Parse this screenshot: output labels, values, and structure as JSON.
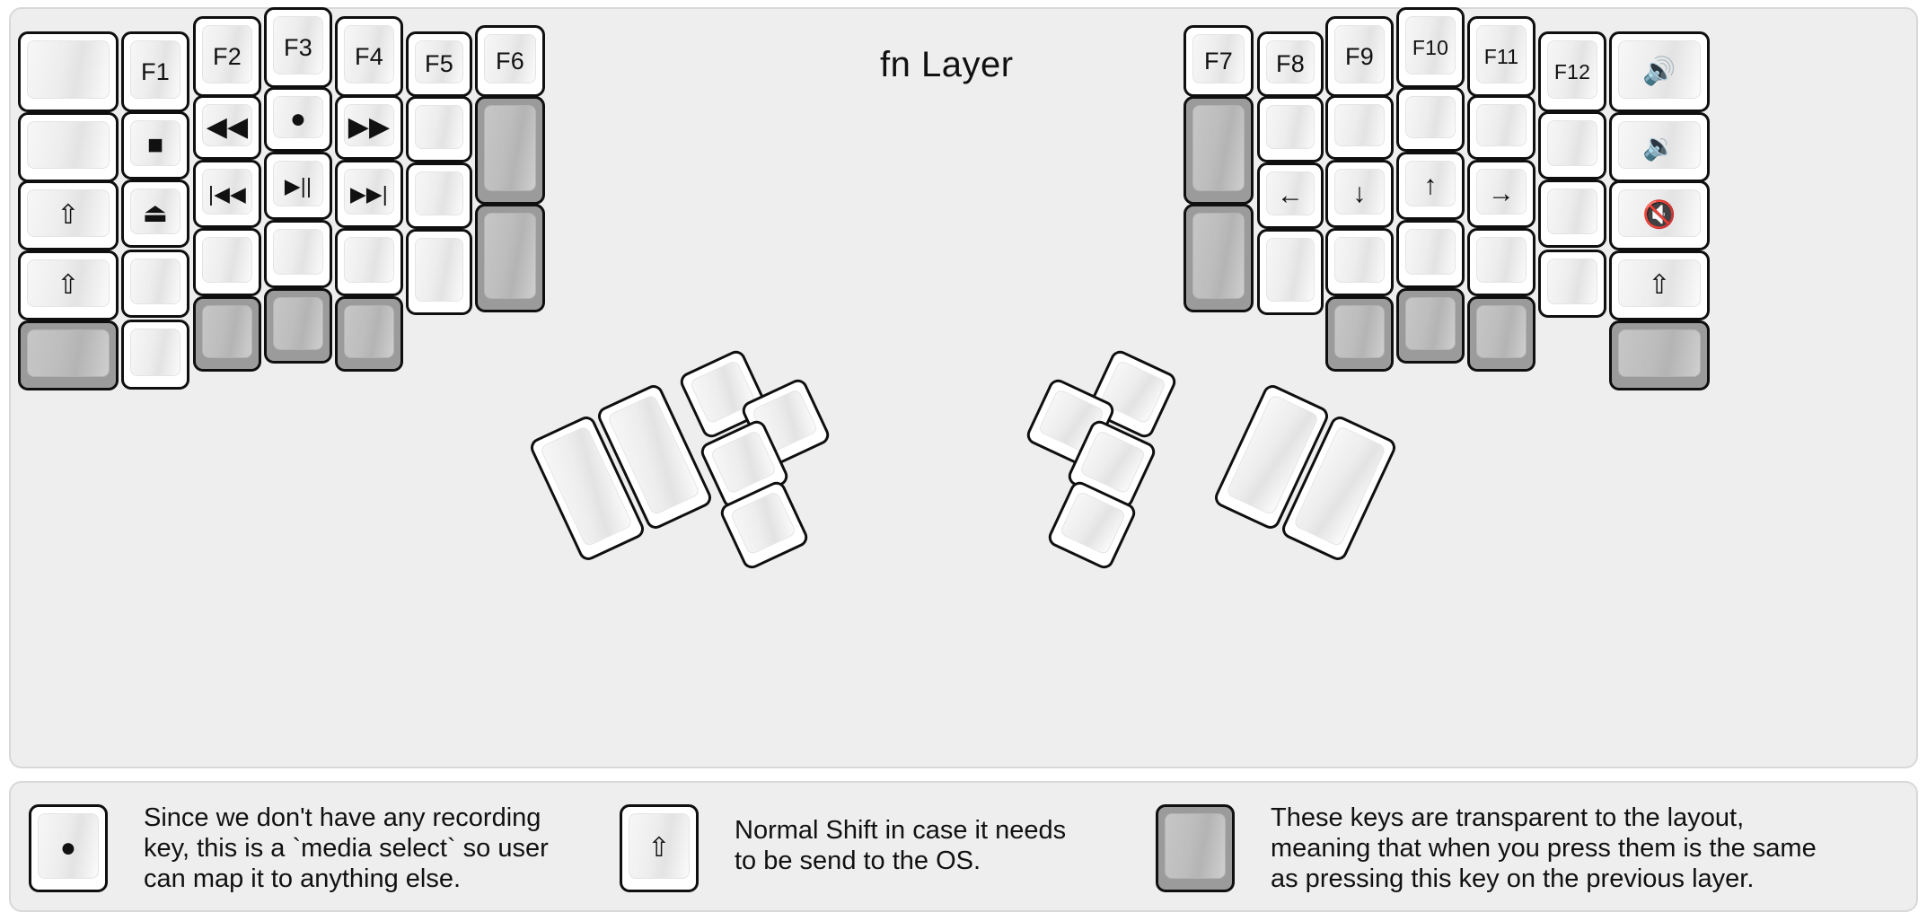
{
  "title": "fn Layer",
  "colors": {
    "panel_bg": "#eeeeee",
    "key_bg": "#ffffff",
    "key_border": "#0f0f0f",
    "transparent_key": "#9b9b9b",
    "text": "#111111"
  },
  "glyphs": {
    "record": "●",
    "stop": "■",
    "eject": "⏏",
    "rewind": "◀◀",
    "fast_forward": "▶▶",
    "prev_track": "|◀◀",
    "play_pause": "▶||",
    "next_track": "▶▶|",
    "caps_lock": "⇧",
    "shift": "⇧",
    "arrow_left": "←",
    "arrow_down": "↓",
    "arrow_up": "↑",
    "arrow_right": "→",
    "volume_up": "🔊",
    "volume_down": "🔉",
    "mute": "🔇"
  },
  "left_half": {
    "columns": [
      {
        "name": "col-outer-left",
        "keys": [
          {
            "label": "",
            "icon": "blank",
            "transparent": false
          },
          {
            "label": "",
            "icon": "blank",
            "transparent": false
          },
          {
            "label": "⇧",
            "icon": "caps-lock-icon",
            "transparent": false
          },
          {
            "label": "⇧",
            "icon": "shift-icon",
            "transparent": false
          },
          {
            "label": "",
            "icon": "blank",
            "transparent": true
          }
        ]
      },
      {
        "name": "col-pinky",
        "keys": [
          {
            "label": "F1",
            "icon": "",
            "transparent": false
          },
          {
            "label": "■",
            "icon": "stop-icon",
            "transparent": false
          },
          {
            "label": "⏏",
            "icon": "eject-icon",
            "transparent": false
          },
          {
            "label": "",
            "icon": "blank",
            "transparent": false
          },
          {
            "label": "",
            "icon": "blank",
            "transparent": false
          }
        ]
      },
      {
        "name": "col-ring",
        "keys": [
          {
            "label": "F2",
            "icon": "",
            "transparent": false
          },
          {
            "label": "◀◀",
            "icon": "rewind-icon",
            "transparent": false
          },
          {
            "label": "|◀◀",
            "icon": "previous-track-icon",
            "transparent": false
          },
          {
            "label": "",
            "icon": "blank",
            "transparent": false
          },
          {
            "label": "",
            "icon": "blank",
            "transparent": true
          }
        ]
      },
      {
        "name": "col-middle",
        "keys": [
          {
            "label": "F3",
            "icon": "",
            "transparent": false
          },
          {
            "label": "●",
            "icon": "record-icon",
            "transparent": false
          },
          {
            "label": "▶||",
            "icon": "play-pause-icon",
            "transparent": false
          },
          {
            "label": "",
            "icon": "blank",
            "transparent": false
          },
          {
            "label": "",
            "icon": "blank",
            "transparent": true
          }
        ]
      },
      {
        "name": "col-index",
        "keys": [
          {
            "label": "F4",
            "icon": "",
            "transparent": false
          },
          {
            "label": "▶▶",
            "icon": "fast-forward-icon",
            "transparent": false
          },
          {
            "label": "▶▶|",
            "icon": "next-track-icon",
            "transparent": false
          },
          {
            "label": "",
            "icon": "blank",
            "transparent": false
          },
          {
            "label": "",
            "icon": "blank",
            "transparent": true
          }
        ]
      },
      {
        "name": "col-inner",
        "keys": [
          {
            "label": "F5",
            "icon": "",
            "transparent": false
          },
          {
            "label": "",
            "icon": "blank",
            "transparent": false
          },
          {
            "label": "",
            "icon": "blank",
            "transparent": false
          },
          {
            "label": "",
            "icon": "blank",
            "transparent": false
          }
        ]
      },
      {
        "name": "col-innermost",
        "keys": [
          {
            "label": "F6",
            "icon": "",
            "transparent": false
          },
          {
            "label": "",
            "icon": "blank",
            "transparent": true
          },
          {
            "label": "",
            "icon": "blank",
            "transparent": true
          }
        ]
      }
    ],
    "thumb_cluster": [
      {
        "name": "thumb-l-1",
        "label": "",
        "transparent": false
      },
      {
        "name": "thumb-l-2",
        "label": "",
        "transparent": false
      },
      {
        "name": "thumb-l-3",
        "label": "",
        "transparent": false
      },
      {
        "name": "thumb-l-4",
        "label": "",
        "transparent": false
      },
      {
        "name": "thumb-l-5",
        "label": "",
        "transparent": false
      },
      {
        "name": "thumb-l-6",
        "label": "",
        "transparent": false
      }
    ]
  },
  "right_half": {
    "columns": [
      {
        "name": "col-innermost",
        "keys": [
          {
            "label": "F7",
            "icon": "",
            "transparent": false
          },
          {
            "label": "",
            "icon": "blank",
            "transparent": true
          },
          {
            "label": "",
            "icon": "blank",
            "transparent": true
          }
        ]
      },
      {
        "name": "col-inner",
        "keys": [
          {
            "label": "F8",
            "icon": "",
            "transparent": false
          },
          {
            "label": "",
            "icon": "blank",
            "transparent": false
          },
          {
            "label": "←",
            "icon": "arrow-left-icon",
            "transparent": false
          },
          {
            "label": "",
            "icon": "blank",
            "transparent": false
          }
        ]
      },
      {
        "name": "col-index",
        "keys": [
          {
            "label": "F9",
            "icon": "",
            "transparent": false
          },
          {
            "label": "",
            "icon": "blank",
            "transparent": false
          },
          {
            "label": "↓",
            "icon": "arrow-down-icon",
            "transparent": false
          },
          {
            "label": "",
            "icon": "blank",
            "transparent": false
          },
          {
            "label": "",
            "icon": "blank",
            "transparent": true
          }
        ]
      },
      {
        "name": "col-middle",
        "keys": [
          {
            "label": "F10",
            "icon": "",
            "transparent": false
          },
          {
            "label": "",
            "icon": "blank",
            "transparent": false
          },
          {
            "label": "↑",
            "icon": "arrow-up-icon",
            "transparent": false
          },
          {
            "label": "",
            "icon": "blank",
            "transparent": false
          },
          {
            "label": "",
            "icon": "blank",
            "transparent": true
          }
        ]
      },
      {
        "name": "col-ring",
        "keys": [
          {
            "label": "F11",
            "icon": "",
            "transparent": false
          },
          {
            "label": "",
            "icon": "blank",
            "transparent": false
          },
          {
            "label": "→",
            "icon": "arrow-right-icon",
            "transparent": false
          },
          {
            "label": "",
            "icon": "blank",
            "transparent": false
          },
          {
            "label": "",
            "icon": "blank",
            "transparent": true
          }
        ]
      },
      {
        "name": "col-pinky",
        "keys": [
          {
            "label": "F12",
            "icon": "",
            "transparent": false
          },
          {
            "label": "",
            "icon": "blank",
            "transparent": false
          },
          {
            "label": "",
            "icon": "blank",
            "transparent": false
          },
          {
            "label": "",
            "icon": "blank",
            "transparent": false
          }
        ]
      },
      {
        "name": "col-outer-right",
        "keys": [
          {
            "label": "🔊",
            "icon": "volume-up-icon",
            "transparent": false
          },
          {
            "label": "🔉",
            "icon": "volume-down-icon",
            "transparent": false
          },
          {
            "label": "🔇",
            "icon": "mute-icon",
            "transparent": false
          },
          {
            "label": "⇧",
            "icon": "shift-icon",
            "transparent": false
          },
          {
            "label": "",
            "icon": "blank",
            "transparent": true
          }
        ]
      }
    ],
    "thumb_cluster": [
      {
        "name": "thumb-r-1",
        "label": "",
        "transparent": false
      },
      {
        "name": "thumb-r-2",
        "label": "",
        "transparent": false
      },
      {
        "name": "thumb-r-3",
        "label": "",
        "transparent": false
      },
      {
        "name": "thumb-r-4",
        "label": "",
        "transparent": false
      },
      {
        "name": "thumb-r-5",
        "label": "",
        "transparent": false
      },
      {
        "name": "thumb-r-6",
        "label": "",
        "transparent": false
      }
    ]
  },
  "legend": [
    {
      "key_glyph": "●",
      "key_icon": "record-icon",
      "transparent": false,
      "text": "Since we don't have any recording\nkey, this is a `media select` so user\ncan map it to anything else."
    },
    {
      "key_glyph": "⇧",
      "key_icon": "shift-icon",
      "transparent": false,
      "text": "Normal Shift in case it needs\nto be send to the OS."
    },
    {
      "key_glyph": "",
      "key_icon": "transparent-key-icon",
      "transparent": true,
      "text": "These keys are transparent to the layout,\nmeaning that when you press them is the same\nas pressing this key on the previous layer."
    }
  ]
}
